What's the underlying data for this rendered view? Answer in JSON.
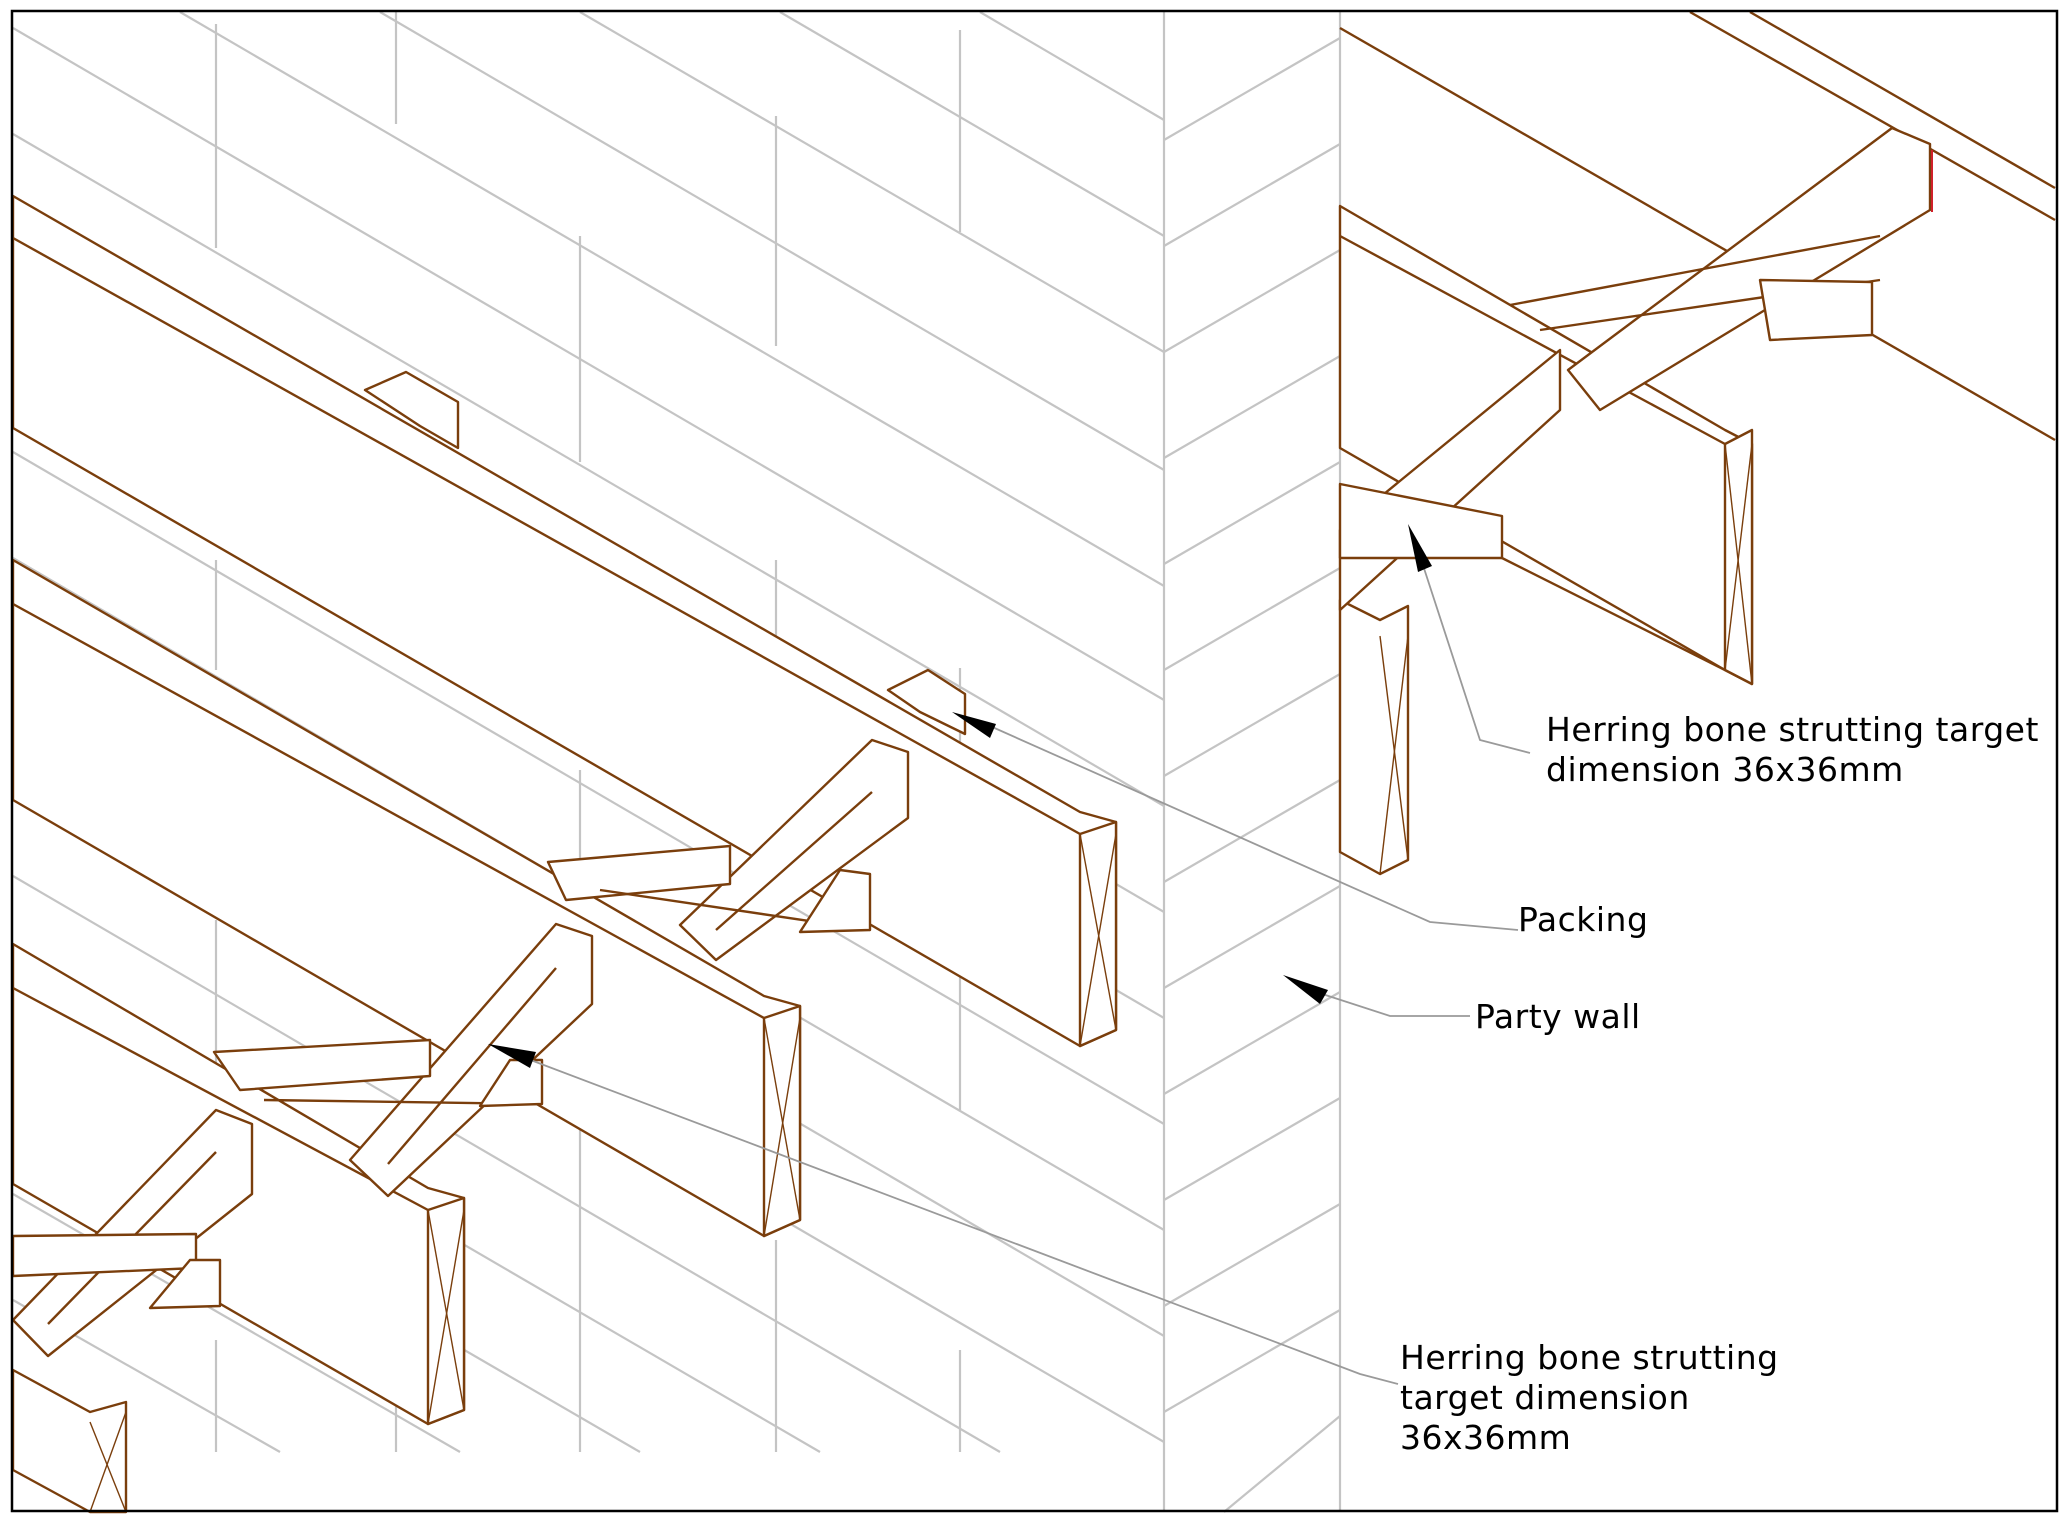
{
  "labels": {
    "strutting_top": "Herring bone strutting target\ndimension 36x36mm",
    "packing": "Packing",
    "party_wall": "Party wall",
    "strutting_bottom": "Herring bone strutting\ntarget dimension\n36x36mm"
  },
  "colors": {
    "timber": "#7a3e0c",
    "masonry": "#c4c4c4",
    "leader": "#9a9a9a",
    "arrow": "#000000",
    "frame": "#000000"
  }
}
